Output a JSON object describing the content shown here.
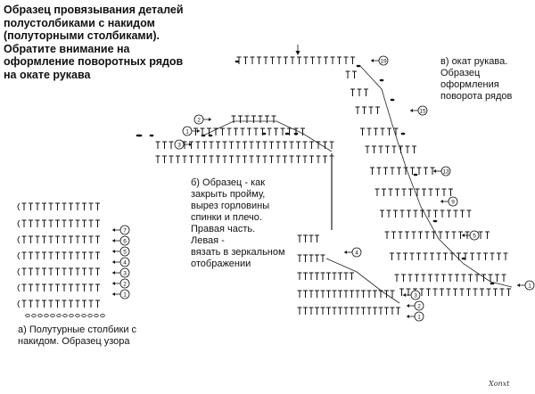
{
  "title": {
    "lines": [
      "Образец провязывания деталей",
      "полустолбиками с накидом",
      "(полуторными столбиками).",
      "  Обратите внимание на",
      "оформление поворотных рядов",
      "на окате рукава"
    ]
  },
  "captions": {
    "a": [
      "а) Полутурные столбики с",
      "накидом. Образец узора"
    ],
    "b": [
      "б) Образец - как",
      "закрыть пройму,",
      "вырез горловины",
      "спинки и плечо.",
      "Правая часть.",
      "  Левая -",
      "вязать в зеркальном",
      "отображении"
    ],
    "c": [
      "в) окат рукава.",
      "Образец",
      "оформления",
      "поворота рядов"
    ]
  },
  "row_markers": {
    "a": [
      "7",
      "6",
      "5",
      "4",
      "3",
      "2",
      "1"
    ],
    "b": [
      "1",
      "2",
      "3",
      "4",
      "3",
      "2",
      "1"
    ],
    "c": [
      "19",
      "15",
      "13",
      "9",
      "5",
      "1"
    ]
  },
  "signature": "Xonxt",
  "colors": {
    "ink": "#111111",
    "line": "#222222"
  }
}
